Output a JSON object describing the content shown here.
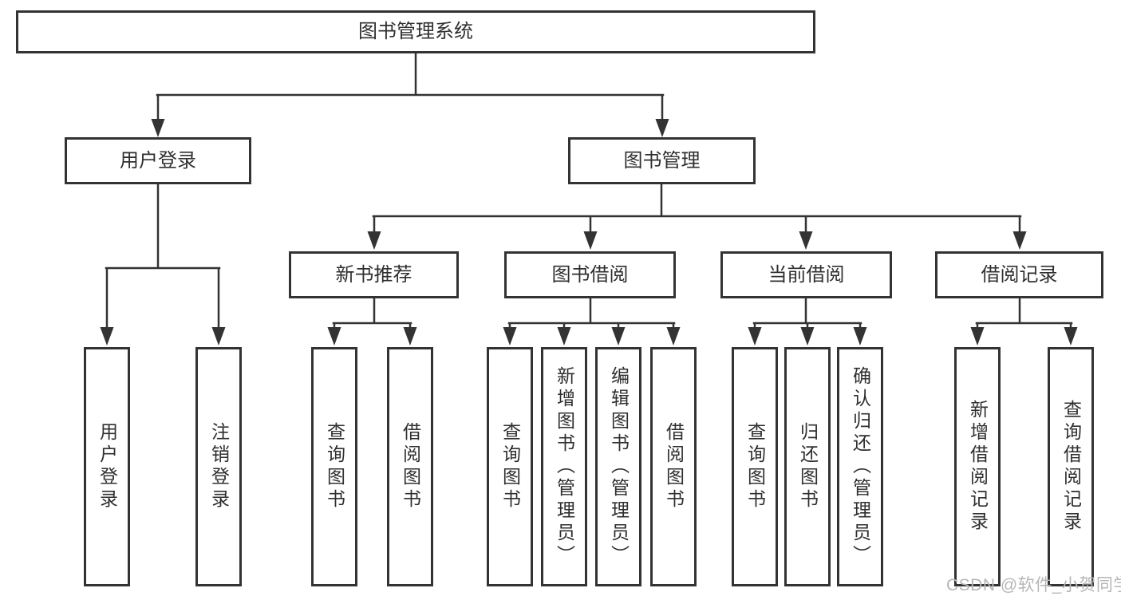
{
  "diagram": {
    "root": {
      "label": "图书管理系统"
    },
    "branches": [
      {
        "label": "用户登录",
        "children": [
          {
            "label": "用户登录"
          },
          {
            "label": "注销登录"
          }
        ]
      },
      {
        "label": "图书管理",
        "children": [
          {
            "label": "新书推荐",
            "children": [
              {
                "label": "查询图书"
              },
              {
                "label": "借阅图书"
              }
            ]
          },
          {
            "label": "图书借阅",
            "children": [
              {
                "label": "查询图书"
              },
              {
                "label": "新增图书（管理员）"
              },
              {
                "label": "编辑图书（管理员）"
              },
              {
                "label": "借阅图书"
              }
            ]
          },
          {
            "label": "当前借阅",
            "children": [
              {
                "label": "查询图书"
              },
              {
                "label": "归还图书"
              },
              {
                "label": "确认归还（管理员）"
              }
            ]
          },
          {
            "label": "借阅记录",
            "children": [
              {
                "label": "新增借阅记录"
              },
              {
                "label": "查询借阅记录"
              }
            ]
          }
        ]
      }
    ]
  },
  "watermark": {
    "text": "CSDN @软件_小贺同学"
  },
  "colors": {
    "line": "#333333",
    "text": "#2f2f2f",
    "background": "#ffffff",
    "watermark": "#b6b6b6"
  }
}
